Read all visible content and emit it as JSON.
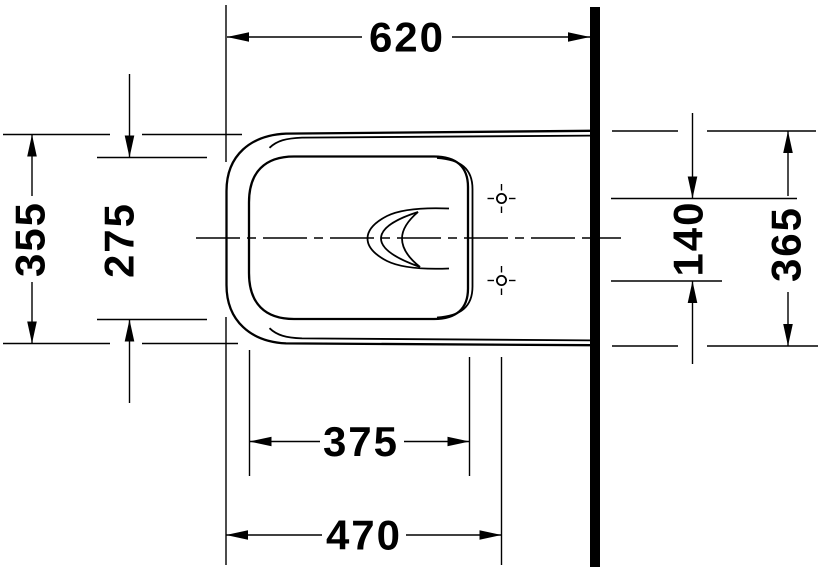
{
  "drawing": {
    "kind": "technical dimension drawing",
    "subject": "wall-mounted toilet, top view",
    "dimension_labels": {
      "overall_depth": "620",
      "front_outer_width": "355",
      "bowl_inner_width": "275",
      "fixing_hole_spacing": "140",
      "rear_outer_width": "365",
      "bowl_inner_length": "375",
      "front_edge_to_fixing_holes": "470"
    },
    "colors": {
      "line": "#000000",
      "background": "#ffffff"
    }
  }
}
